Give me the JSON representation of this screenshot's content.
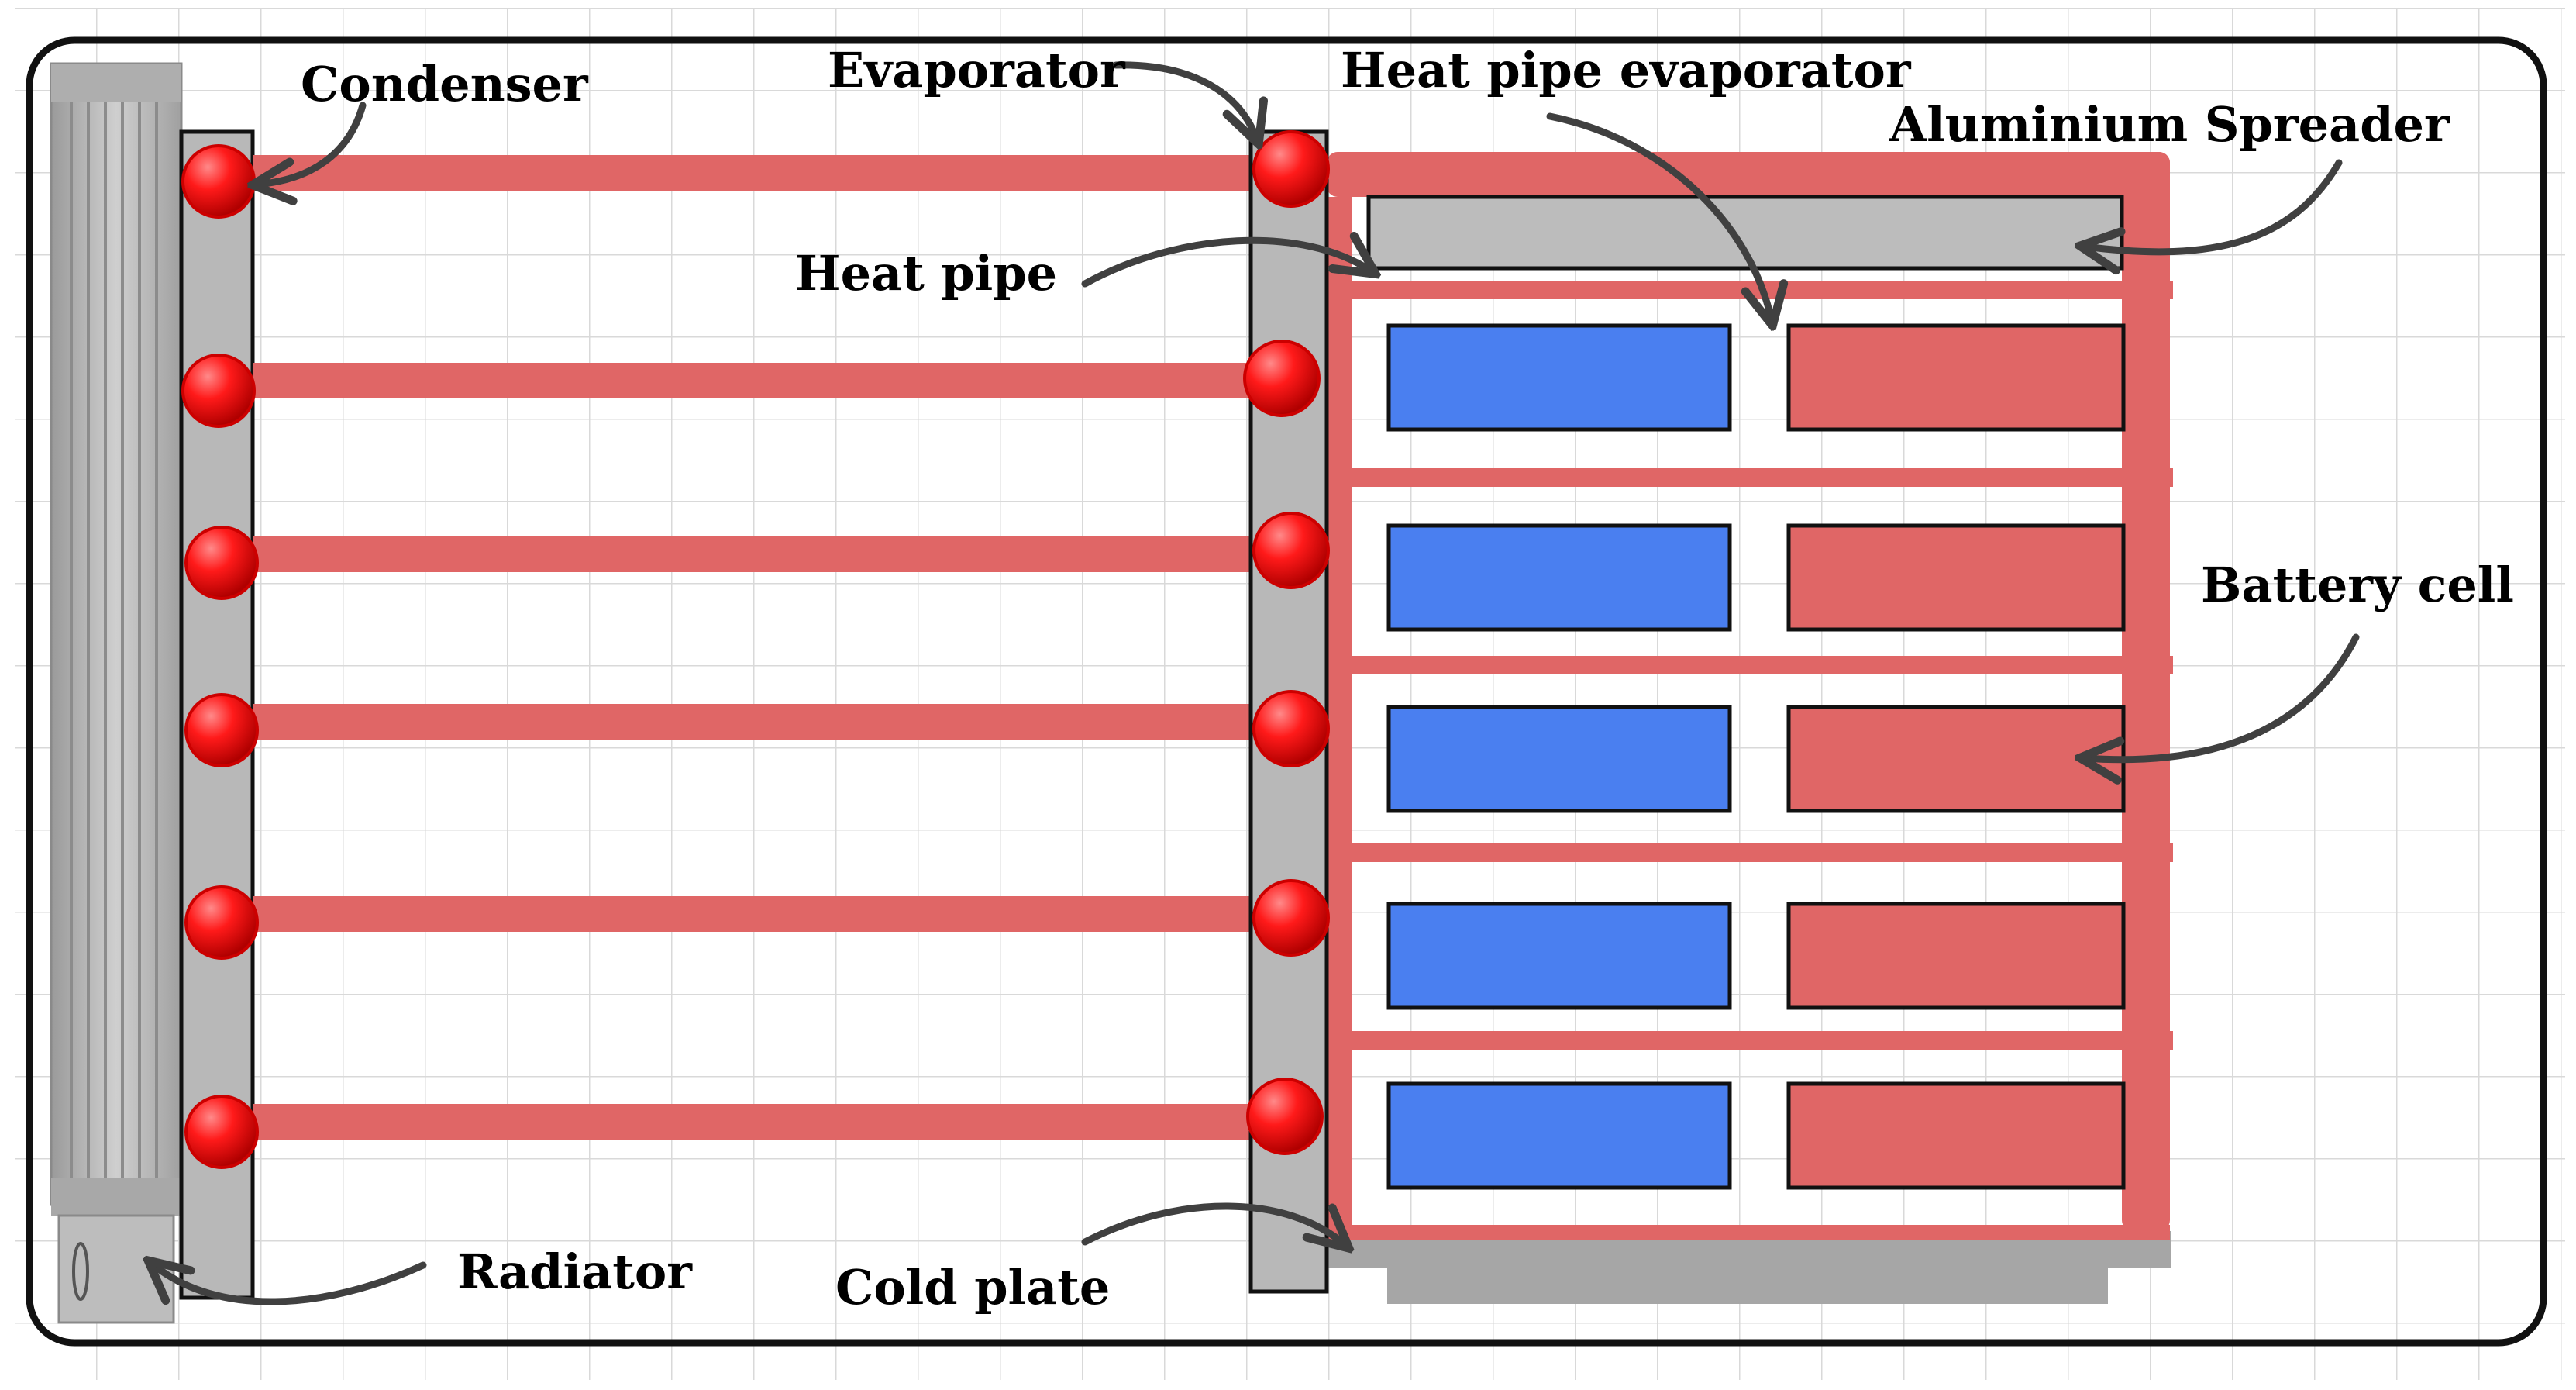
{
  "labels": {
    "condenser": "Condenser",
    "evaporator": "Evaporator",
    "heat_pipe_evaporator": "Heat pipe evaporator",
    "aluminium_spreader": "Aluminium Spreader",
    "heat_pipe": "Heat pipe",
    "battery_cell": "Battery cell",
    "radiator": "Radiator",
    "cold_plate": "Cold plate"
  },
  "colors": {
    "background": "#ffffff",
    "grid": "#d9d9d9",
    "frame": "#111111",
    "heat_pipe": "#e06666",
    "node": "#dd0000",
    "battery_blue": "#4a7ff0",
    "battery_red": "#e06666",
    "grey_bar": "#b8b8b8",
    "cold_plate": "#a6a6a6",
    "arrow": "#404040"
  },
  "counts": {
    "heat_pipe_rows": 6,
    "battery_rows": 5
  }
}
